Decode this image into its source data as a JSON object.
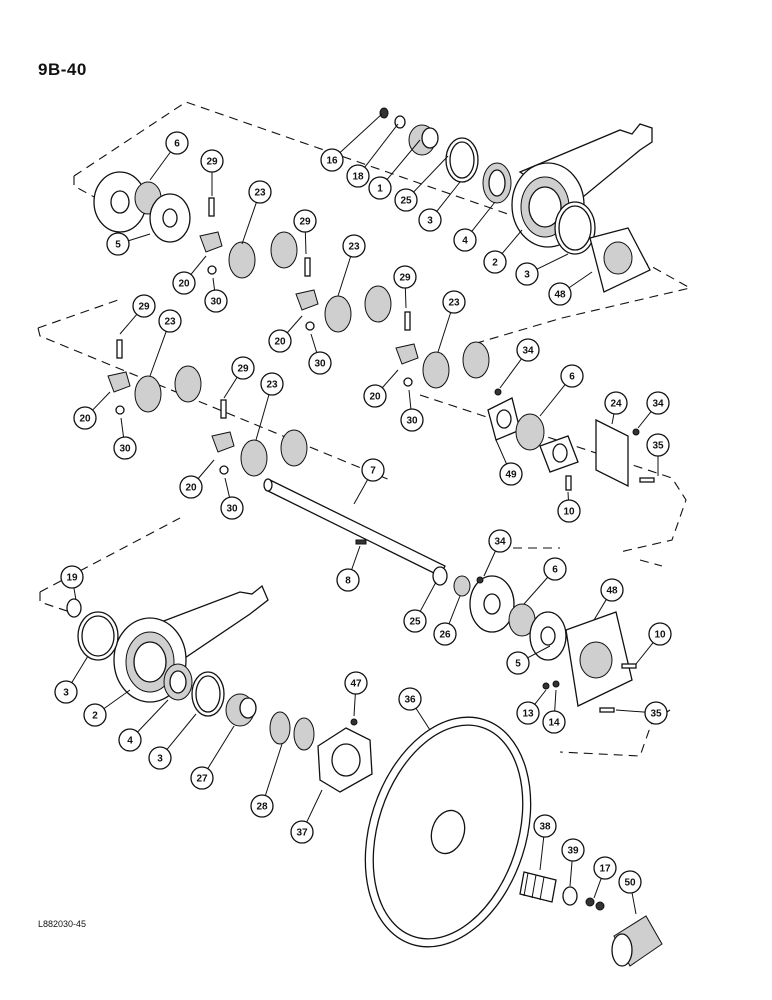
{
  "page_label": "9B-40",
  "figure_code": "L882030-45",
  "callout_labels": {
    "c1": "16",
    "c2": "18",
    "c3": "1",
    "c4": "25",
    "c5": "3",
    "c6": "4",
    "c7": "2",
    "c8": "3",
    "c9": "48",
    "c10": "6",
    "c11": "5",
    "c12": "29",
    "c13": "20",
    "c14": "30",
    "c15": "23",
    "c16": "29",
    "c17": "20",
    "c18": "30",
    "c19": "23",
    "c20": "29",
    "c21": "20",
    "c22": "30",
    "c23": "23",
    "c24": "29",
    "c25": "23",
    "c26": "20",
    "c27": "30",
    "c28": "29",
    "c29": "23",
    "c30": "20",
    "c31": "30",
    "c32": "34",
    "c33": "6",
    "c34": "49",
    "c35": "24",
    "c36": "34",
    "c37": "35",
    "c38": "10",
    "c39": "7",
    "c40": "8",
    "c41": "19",
    "c42": "3",
    "c43": "2",
    "c44": "4",
    "c45": "3",
    "c46": "27",
    "c47": "28",
    "c48": "37",
    "c49": "47",
    "c50": "36",
    "c51": "25",
    "c52": "26",
    "c53": "34",
    "c54": "6",
    "c55": "5",
    "c56": "48",
    "c57": "10",
    "c58": "13",
    "c59": "14",
    "c60": "35",
    "c61": "38",
    "c62": "39",
    "c63": "17",
    "c64": "50"
  }
}
